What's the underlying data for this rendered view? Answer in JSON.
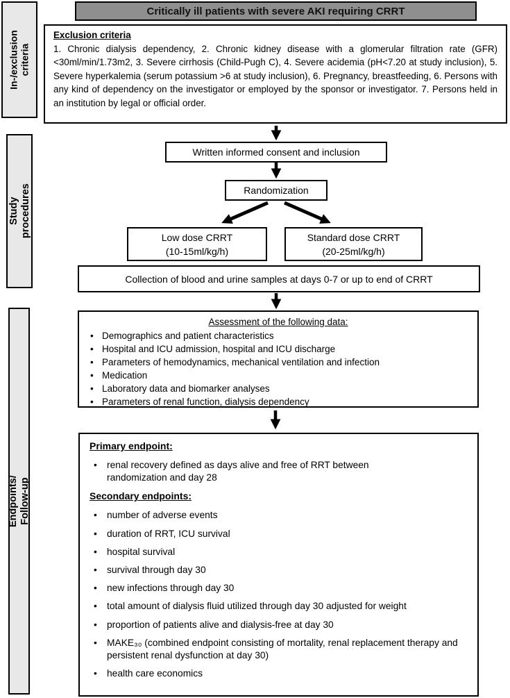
{
  "colors": {
    "title_bg": "#8f8f8f",
    "sidebar_bg": "#e8e8e8",
    "border": "#000000"
  },
  "title": "Critically ill patients with severe AKI requiring CRRT",
  "sidebar": {
    "sections": [
      {
        "label": "In-/exclusion\ncriteria"
      },
      {
        "label": "Study procedures"
      },
      {
        "label": "Endpoints/ Follow-up"
      }
    ]
  },
  "exclusion": {
    "heading": "Exclusion criteria",
    "body": "1. Chronic dialysis dependency, 2. Chronic kidney disease with a glomerular filtration rate (GFR) <30ml/min/1.73m2, 3. Severe cirrhosis (Child-Pugh C), 4. Severe acidemia (pH<7.20 at study inclusion), 5. Severe hyperkalemia (serum potassium >6 at study inclusion), 6. Pregnancy, breastfeeding, 6. Persons with any kind of dependency on the investigator or employed by the sponsor or investigator. 7. Persons held in an institution by legal or official order."
  },
  "flow": {
    "consent": "Written informed consent and inclusion",
    "randomization": "Randomization",
    "arm_low": {
      "line1": "Low dose CRRT",
      "line2": "(10-15ml/kg/h)"
    },
    "arm_standard": {
      "line1": "Standard dose CRRT",
      "line2": "(20-25ml/kg/h)"
    },
    "collection": "Collection of blood and urine samples at days 0-7 or up to end of CRRT"
  },
  "assessment": {
    "heading": "Assessment of the following data:",
    "items": [
      "Demographics and patient characteristics",
      "Hospital and ICU admission, hospital and ICU discharge",
      "Parameters of hemodynamics, mechanical ventilation and infection",
      "Medication",
      "Laboratory data and biomarker analyses",
      "Parameters of renal function, dialysis dependency"
    ]
  },
  "endpoints": {
    "primary_heading": "Primary endpoint:",
    "primary_items": [
      "renal recovery defined as days alive and free of RRT between randomization and day 28"
    ],
    "secondary_heading": "Secondary endpoints:",
    "secondary_items": [
      "number of adverse events",
      "duration of RRT, ICU survival",
      "hospital survival",
      "survival through day 30",
      "new infections through day 30",
      "total amount of dialysis fluid utilized through day 30 adjusted for weight",
      "proportion of patients alive and dialysis-free at day 30",
      "MAKE₃₀ (combined endpoint consisting of mortality, renal replacement therapy and persistent renal dysfunction at day 30)",
      "health care economics"
    ]
  }
}
